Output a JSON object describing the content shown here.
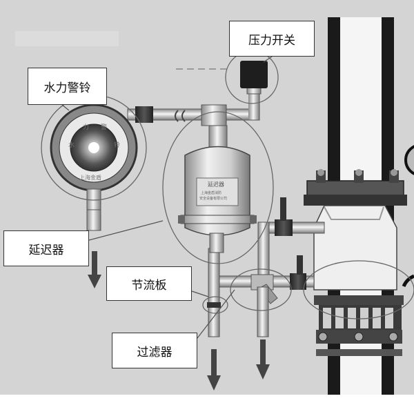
{
  "labels": {
    "water_motor_gong": "水力警铃",
    "pressure_switch": "压力开关",
    "retard_chamber": "延迟器",
    "orifice_plate": "节流板",
    "strainer": "过滤器"
  },
  "gong_plate": {
    "ring_chars": [
      "水",
      "力",
      "警",
      "铃"
    ],
    "maker": "上海金盾"
  },
  "chamber_plate": {
    "title": "延迟器",
    "lines": [
      "上海金盾消防",
      "安全设备有限公司"
    ]
  }
}
